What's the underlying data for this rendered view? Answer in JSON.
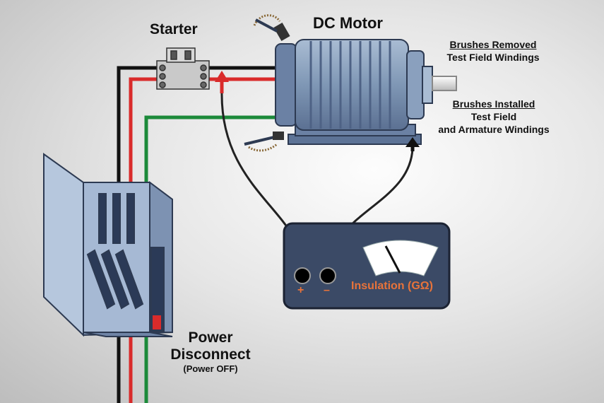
{
  "labels": {
    "starter": "Starter",
    "dc_motor": "DC Motor",
    "brushes_removed": "Brushes Removed",
    "test_field_windings": "Test Field Windings",
    "brushes_installed": "Brushes Installed",
    "test_field": "Test Field",
    "and_armature_windings": "and Armature Windings",
    "power": "Power",
    "disconnect": "Disconnect",
    "power_off": "(Power OFF)"
  },
  "meter": {
    "plus": "+",
    "minus": "–",
    "reading_label": "Insulation (GΩ)"
  },
  "colors": {
    "wire_black": "#111111",
    "wire_red": "#d92b2b",
    "wire_green": "#1c8a3a",
    "meter_body": "#3b4a66",
    "meter_text": "#e8733a",
    "motor_blue": "#7f97b5",
    "panel_blue": "#9fb3cf"
  }
}
